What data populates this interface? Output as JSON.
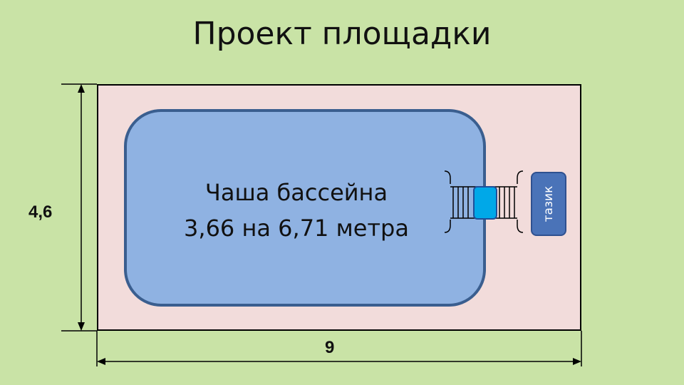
{
  "title": "Проект площадки",
  "pool": {
    "line1": "Чаша бассейна",
    "line2": "3,66 на 6,71 метра"
  },
  "tazik_label": "тазик",
  "dimensions": {
    "height_label": "4,6",
    "width_label": "9"
  },
  "colors": {
    "background": "#c9e3a6",
    "plot": "#f2dcdb",
    "pool_fill": "#8fb2e2",
    "pool_border": "#3a5e8f",
    "tazik": "#4a73b8",
    "step": "#00a8e8"
  }
}
